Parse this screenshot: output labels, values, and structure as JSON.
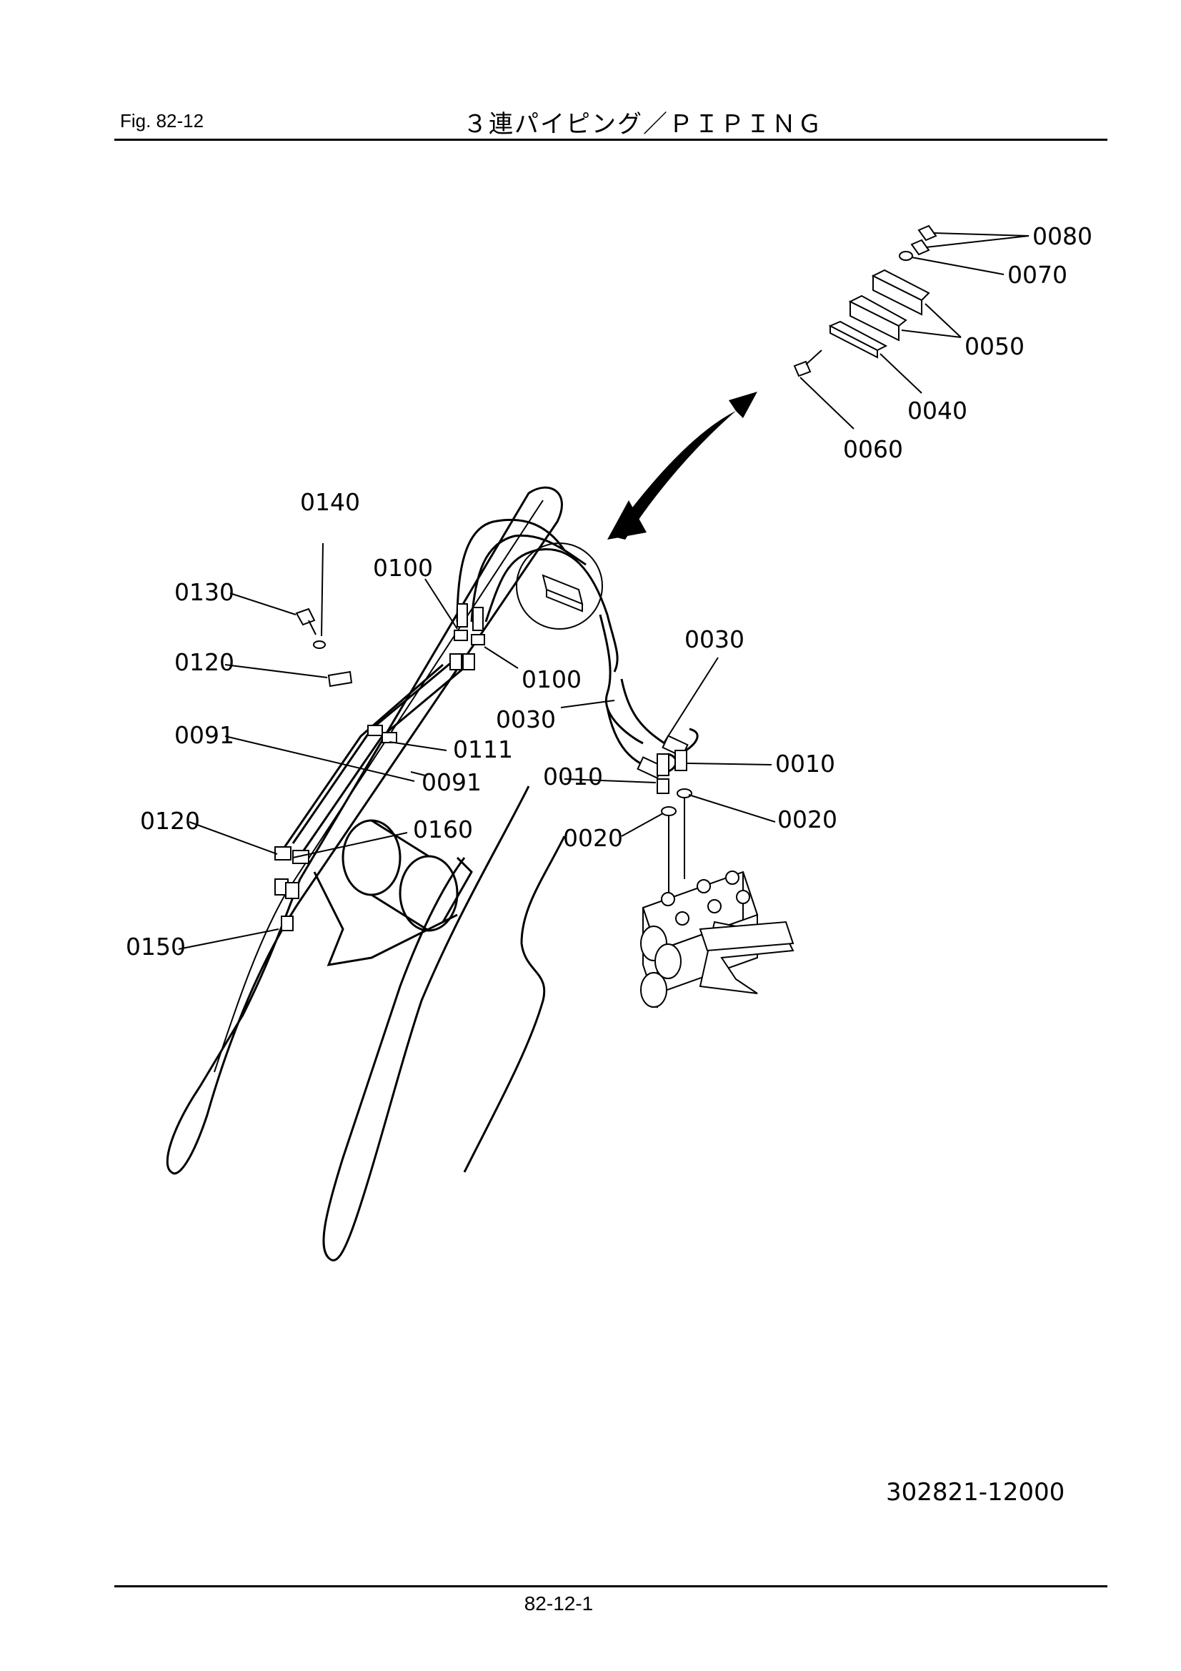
{
  "header": {
    "fig_label": "Fig.  82-12",
    "title": "３連パイピング／ＰＩＰＩＮＧ"
  },
  "callouts": {
    "c0080": "0080",
    "c0070": "0070",
    "c0050": "0050",
    "c0040": "0040",
    "c0060": "0060",
    "c0140": "0140",
    "c0100a": "0100",
    "c0130": "0130",
    "c0030a": "0030",
    "c0120a": "0120",
    "c0100b": "0100",
    "c0030b": "0030",
    "c0091a": "0091",
    "c0111": "0111",
    "c0010a": "0010",
    "c0091b": "0091",
    "c0010b": "0010",
    "c0120b": "0120",
    "c0160": "0160",
    "c0020a": "0020",
    "c0020b": "0020",
    "c0150": "0150"
  },
  "footer": {
    "drawing_number": "302821-12000",
    "page_number": "82-12-1"
  }
}
